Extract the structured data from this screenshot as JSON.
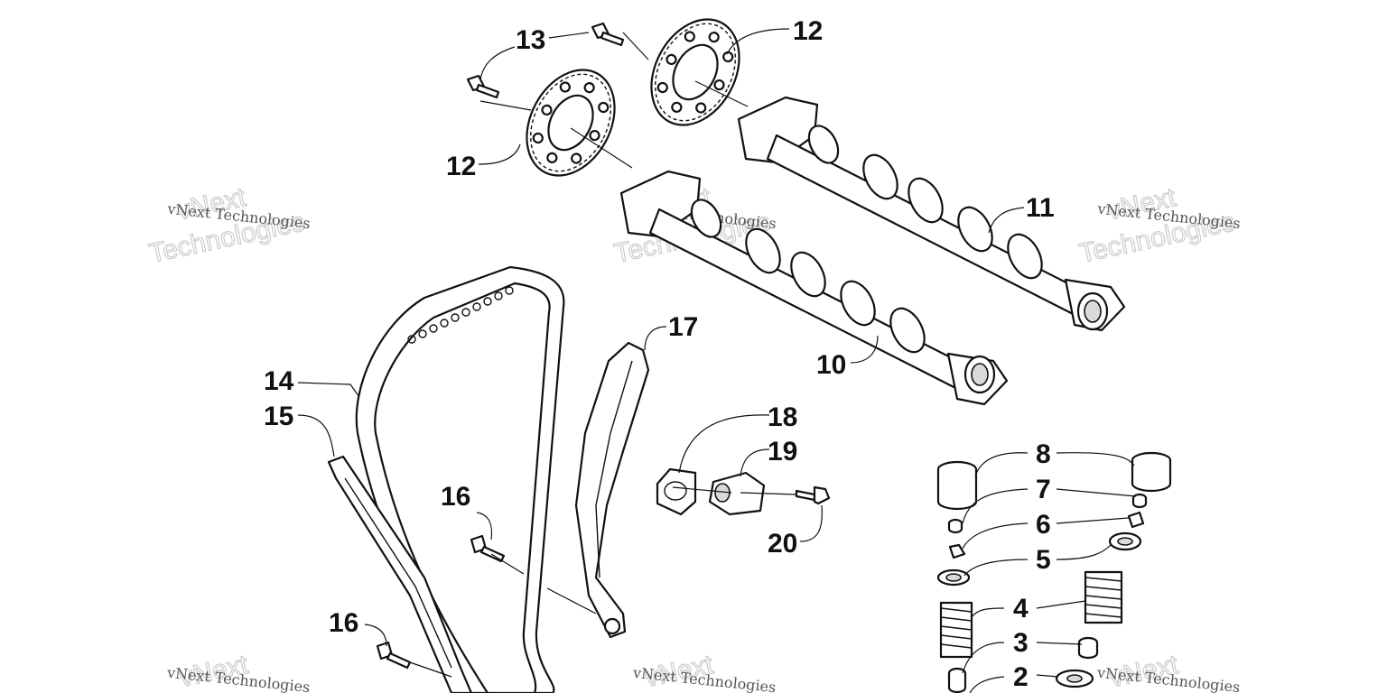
{
  "callouts": {
    "c13": "13",
    "c12a": "12",
    "c12b": "12",
    "c11": "11",
    "c10": "10",
    "c14": "14",
    "c15": "15",
    "c16a": "16",
    "c16b": "16",
    "c17": "17",
    "c18": "18",
    "c19": "19",
    "c20": "20",
    "c8": "8",
    "c7": "7",
    "c6": "6",
    "c5": "5",
    "c4": "4",
    "c3": "3",
    "c2": "2"
  },
  "watermark": {
    "line_small": "vNext Technologies",
    "big_top": "vNext",
    "big_bottom": "Technologies"
  },
  "colors": {
    "ink": "#111111",
    "paper": "#ffffff",
    "watermark": "#c8c8c8"
  }
}
